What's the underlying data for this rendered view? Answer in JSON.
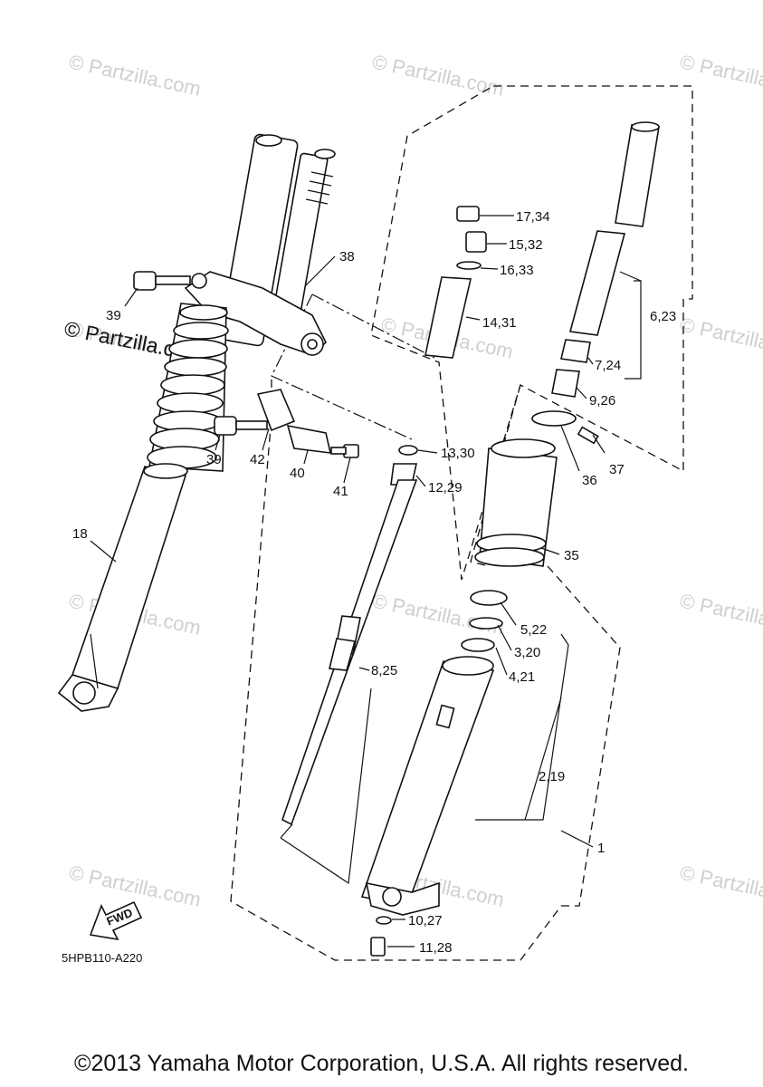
{
  "watermarks": [
    "© Partzilla.com",
    "© Partzilla.com",
    "© Partzilla.com",
    "© Partzilla.com",
    "© Partzilla.com",
    "© Partzilla.com",
    "© Partzilla.com",
    "© Partzilla.com",
    "© Partzilla.com",
    "© Partzilla.com",
    "© Partzilla.com",
    "© Partzilla.com"
  ],
  "watermark_main": "© Partzilla.com",
  "callouts": {
    "c17_34": "17,34",
    "c15_32": "15,32",
    "c16_33": "16,33",
    "c14_31": "14,31",
    "c6_23": "6,23",
    "c7_24": "7,24",
    "c9_26": "9,26",
    "c37": "37",
    "c36": "36",
    "c35": "35",
    "c38": "38",
    "c39a": "39",
    "c39b": "39",
    "c42": "42",
    "c40": "40",
    "c41": "41",
    "c13_30": "13,30",
    "c12_29": "12,29",
    "c18": "18",
    "c8_25": "8,25",
    "c5_22": "5,22",
    "c3_20": "3,20",
    "c4_21": "4,21",
    "c2_19": "2,19",
    "c1": "1",
    "c10_27": "10,27",
    "c11_28": "11,28"
  },
  "fwd_label": "FWD",
  "diagram_code": "5HPB110-A220",
  "copyright": "©2013 Yamaha Motor Corporation, U.S.A. All rights reserved."
}
